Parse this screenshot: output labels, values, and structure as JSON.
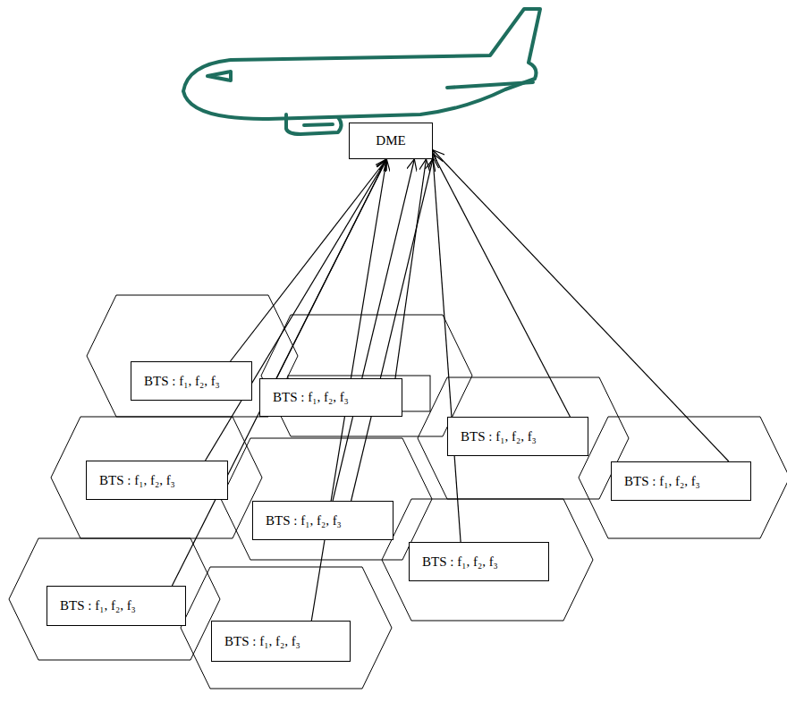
{
  "diagram": {
    "nodes": [
      {
        "text": [
          "DME"
        ]
      },
      {
        "text": [
          "BTS : f₁, f₂, f₃"
        ]
      },
      {
        "text": [
          "BTS : f₁, f₂, f₃"
        ]
      },
      {
        "text": [
          "BTS : f₁, f₂, f₃"
        ]
      },
      {
        "text": [
          "BTS : f₁, f₂, f₃"
        ]
      },
      {
        "text": [
          "BTS : f₁, f₂, f₃"
        ]
      },
      {
        "text": [
          "BTS : f₁, f₂, f₃"
        ]
      },
      {
        "text": [
          "BTS : f₁, f₂, f₃"
        ]
      },
      {
        "text": [
          "BTS : f₁, f₂, f₃"
        ]
      },
      {
        "text": [
          "BTS : f₁, f₂, f₃"
        ]
      }
    ],
    "edges": [
      {
        "from": 1,
        "to": 0,
        "arrow": "to"
      },
      {
        "from": 2,
        "to": 0,
        "arrow": "to"
      },
      {
        "from": 2,
        "to": 0,
        "arrow": "to"
      },
      {
        "from": 4,
        "to": 0,
        "arrow": "to"
      },
      {
        "from": 8,
        "to": 0,
        "arrow": "to"
      },
      {
        "from": 9,
        "to": 0,
        "arrow": "to"
      },
      {
        "from": 6,
        "to": 0,
        "arrow": "to"
      },
      {
        "from": 6,
        "to": 0,
        "arrow": "to"
      },
      {
        "from": 7,
        "to": 0,
        "arrow": "to"
      },
      {
        "from": 3,
        "to": 0,
        "arrow": "to"
      },
      {
        "from": 5,
        "to": 0,
        "arrow": "to"
      }
    ]
  }
}
